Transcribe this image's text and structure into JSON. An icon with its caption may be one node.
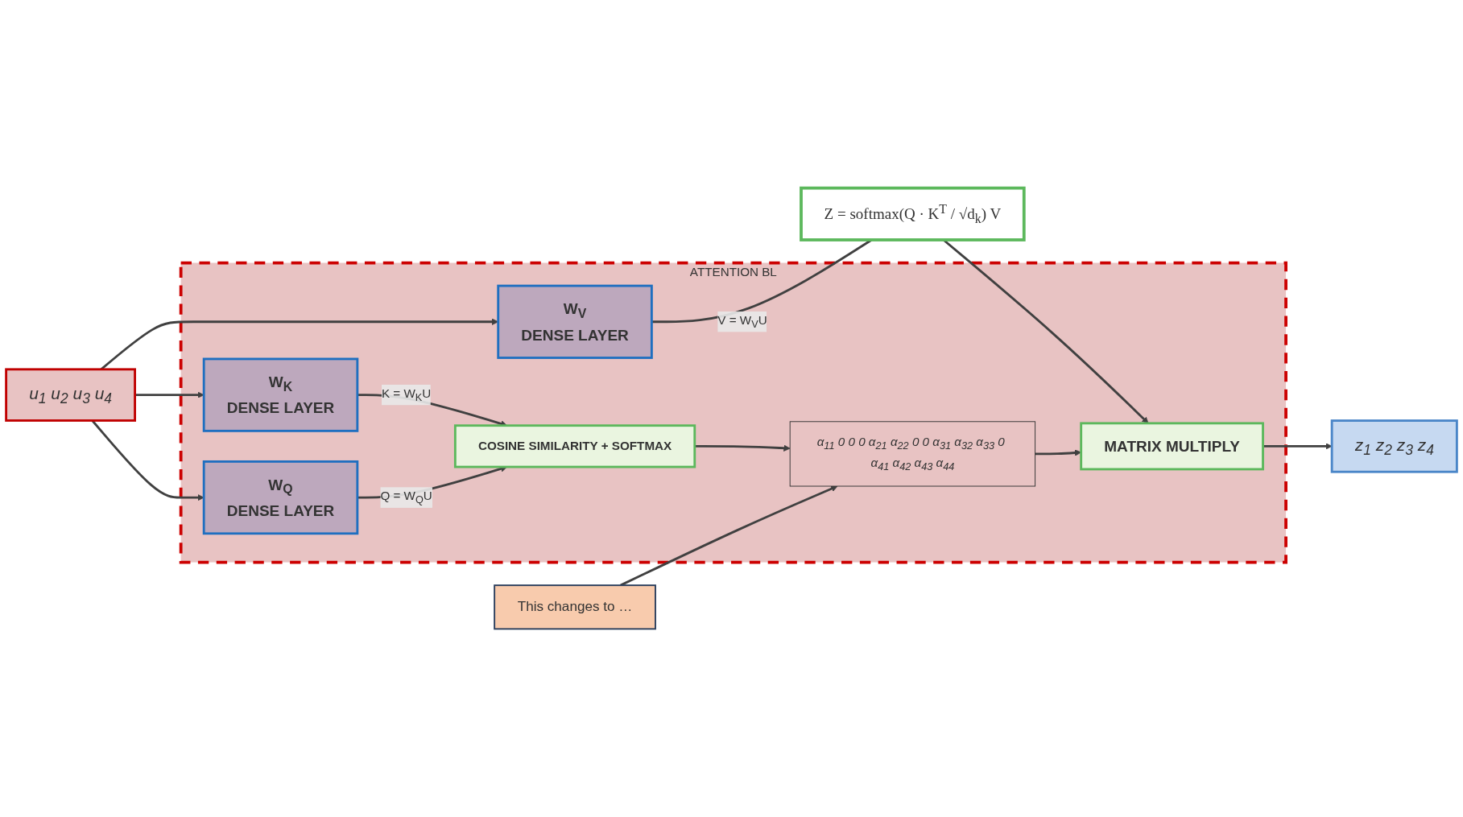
{
  "diagram": {
    "nodes": [
      {
        "text": [
          "ATTENTION BL"
        ]
      },
      {
        "text": [
          "u$_{1}$ u$_{2}$ u$_{3}$ u$_{4}$"
        ]
      },
      {
        "text": [
          "W$_{Q}$",
          "DENSE LAYER"
        ],
        "in": 0
      },
      {
        "text": [
          "W$_{K}$",
          "DENSE LAYER"
        ],
        "in": 0
      },
      {
        "text": [
          "W$_{V}$",
          "DENSE LAYER"
        ],
        "in": 0
      },
      {
        "text": [
          "COSINE SIMILARITY + SOFTMAX"
        ],
        "in": 0
      },
      {
        "text": [
          "α$_{11}$ 0 0 0 α$_{21}$ α$_{22}$ 0 0 α$_{31}$ α$_{32}$ α$_{33}$ 0 α$_{41}$ α$_{42}$ α$_{43}$ α$_{44}$"
        ],
        "in": 0
      },
      {
        "text": [
          "MATRIX MULTIPLY"
        ],
        "in": 0
      },
      {
        "text": [
          "z$_{1}$ z$_{2}$ z$_{3}$ z$_{4}$"
        ]
      },
      {
        "text": [
          "Z = softmax(Q · K$^{T}$ / √d$_{k}$) V"
        ]
      },
      {
        "text": [
          "This changes to …"
        ]
      }
    ],
    "edges": [
      {
        "from": 1,
        "to": 2,
        "arrow": "to"
      },
      {
        "from": 1,
        "to": 3,
        "arrow": "to"
      },
      {
        "from": 1,
        "to": 4,
        "arrow": "to"
      },
      {
        "from": 2,
        "to": 5,
        "arrow": "to",
        "label": "Q = W$_{Q}$U"
      },
      {
        "from": 3,
        "to": 5,
        "arrow": "to",
        "label": "K = W$_{K}$U"
      },
      {
        "from": 5,
        "to": 6,
        "arrow": "to"
      },
      {
        "from": 6,
        "to": 7,
        "arrow": "to"
      },
      {
        "from": 4,
        "to": 9,
        "arrow": "none",
        "label": "V = W$_{V}$U"
      },
      {
        "from": 9,
        "to": 7,
        "arrow": "to"
      },
      {
        "from": 7,
        "to": 8,
        "arrow": "to"
      },
      {
        "from": 10,
        "to": 6,
        "arrow": "to"
      }
    ]
  }
}
